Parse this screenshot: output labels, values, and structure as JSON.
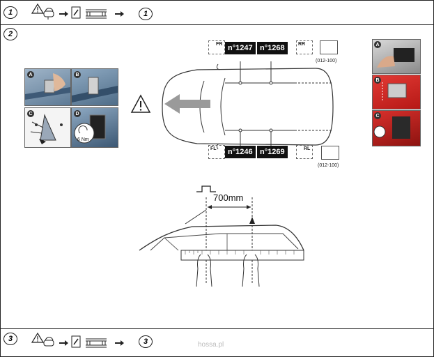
{
  "steps": {
    "step1": {
      "number": "1",
      "target": "1"
    },
    "step2": {
      "number": "2"
    },
    "step3": {
      "number": "3",
      "target": "3"
    }
  },
  "tags": {
    "front_right": "n°1247",
    "rear_right": "n°1268",
    "front_left": "n°1246",
    "rear_left": "n°1269"
  },
  "positions": {
    "fr": "FR",
    "rr": "RR",
    "fl": "FL",
    "rl": "RL"
  },
  "refs": {
    "top": "(012-100)",
    "bottom": "(012-100)"
  },
  "photo_labels": {
    "a": "A",
    "b": "B",
    "c": "C",
    "d": "D"
  },
  "right_labels": {
    "a": "A",
    "b": "B",
    "c": "C"
  },
  "torque": "6 Nm",
  "measurement": "700mm",
  "watermark": "hossa.pl",
  "colors": {
    "accent_red": "#c8201e",
    "tag_bg": "#111111",
    "arrow_grey": "#9a9a9a"
  }
}
